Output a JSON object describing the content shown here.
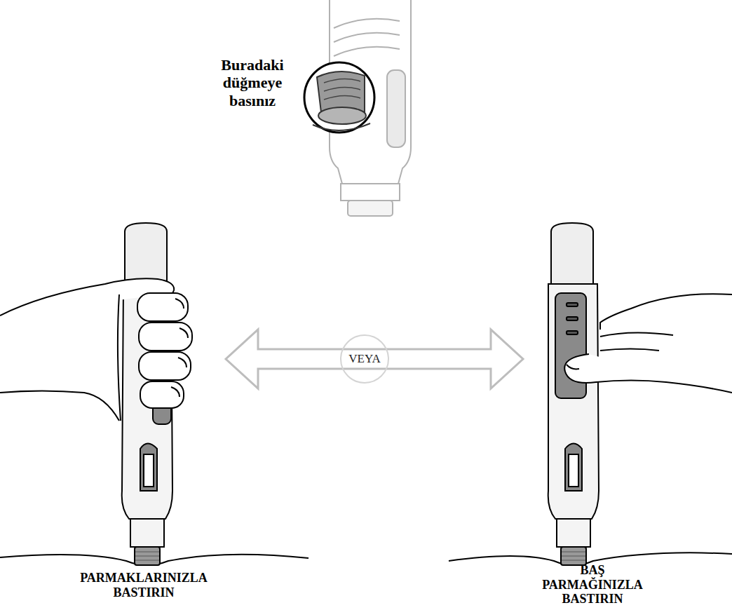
{
  "diagram": {
    "nodes": [
      {
        "text": [
          "VEYA"
        ]
      }
    ],
    "labels": [
      "Buradaki düğmeye basınız",
      "PARMAKLARINIZLA BASTIRIN",
      "BAŞ PARMAĞINIZLA BASTIRIN"
    ]
  }
}
